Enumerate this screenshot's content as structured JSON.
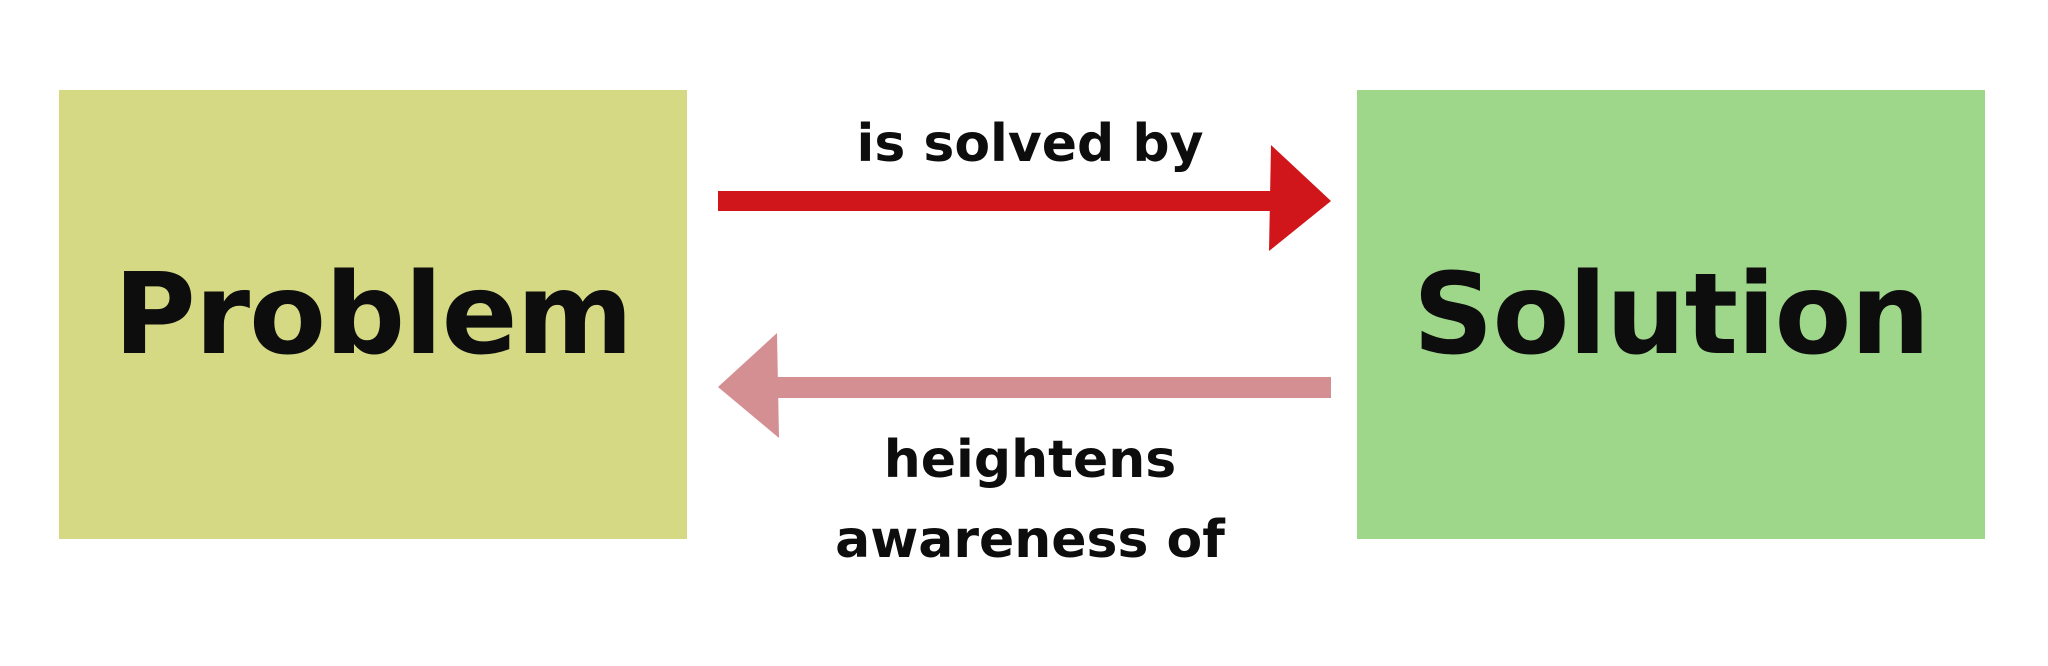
{
  "nodes": {
    "problem": {
      "label": "Problem",
      "color": "#d5d984"
    },
    "solution": {
      "label": "Solution",
      "color": "#9ed68a"
    }
  },
  "edges": {
    "forward": {
      "label": "is solved by",
      "color": "#d0161a"
    },
    "backward": {
      "label_line1": "heightens",
      "label_line2": "awareness of",
      "color": "#d48f92"
    }
  }
}
